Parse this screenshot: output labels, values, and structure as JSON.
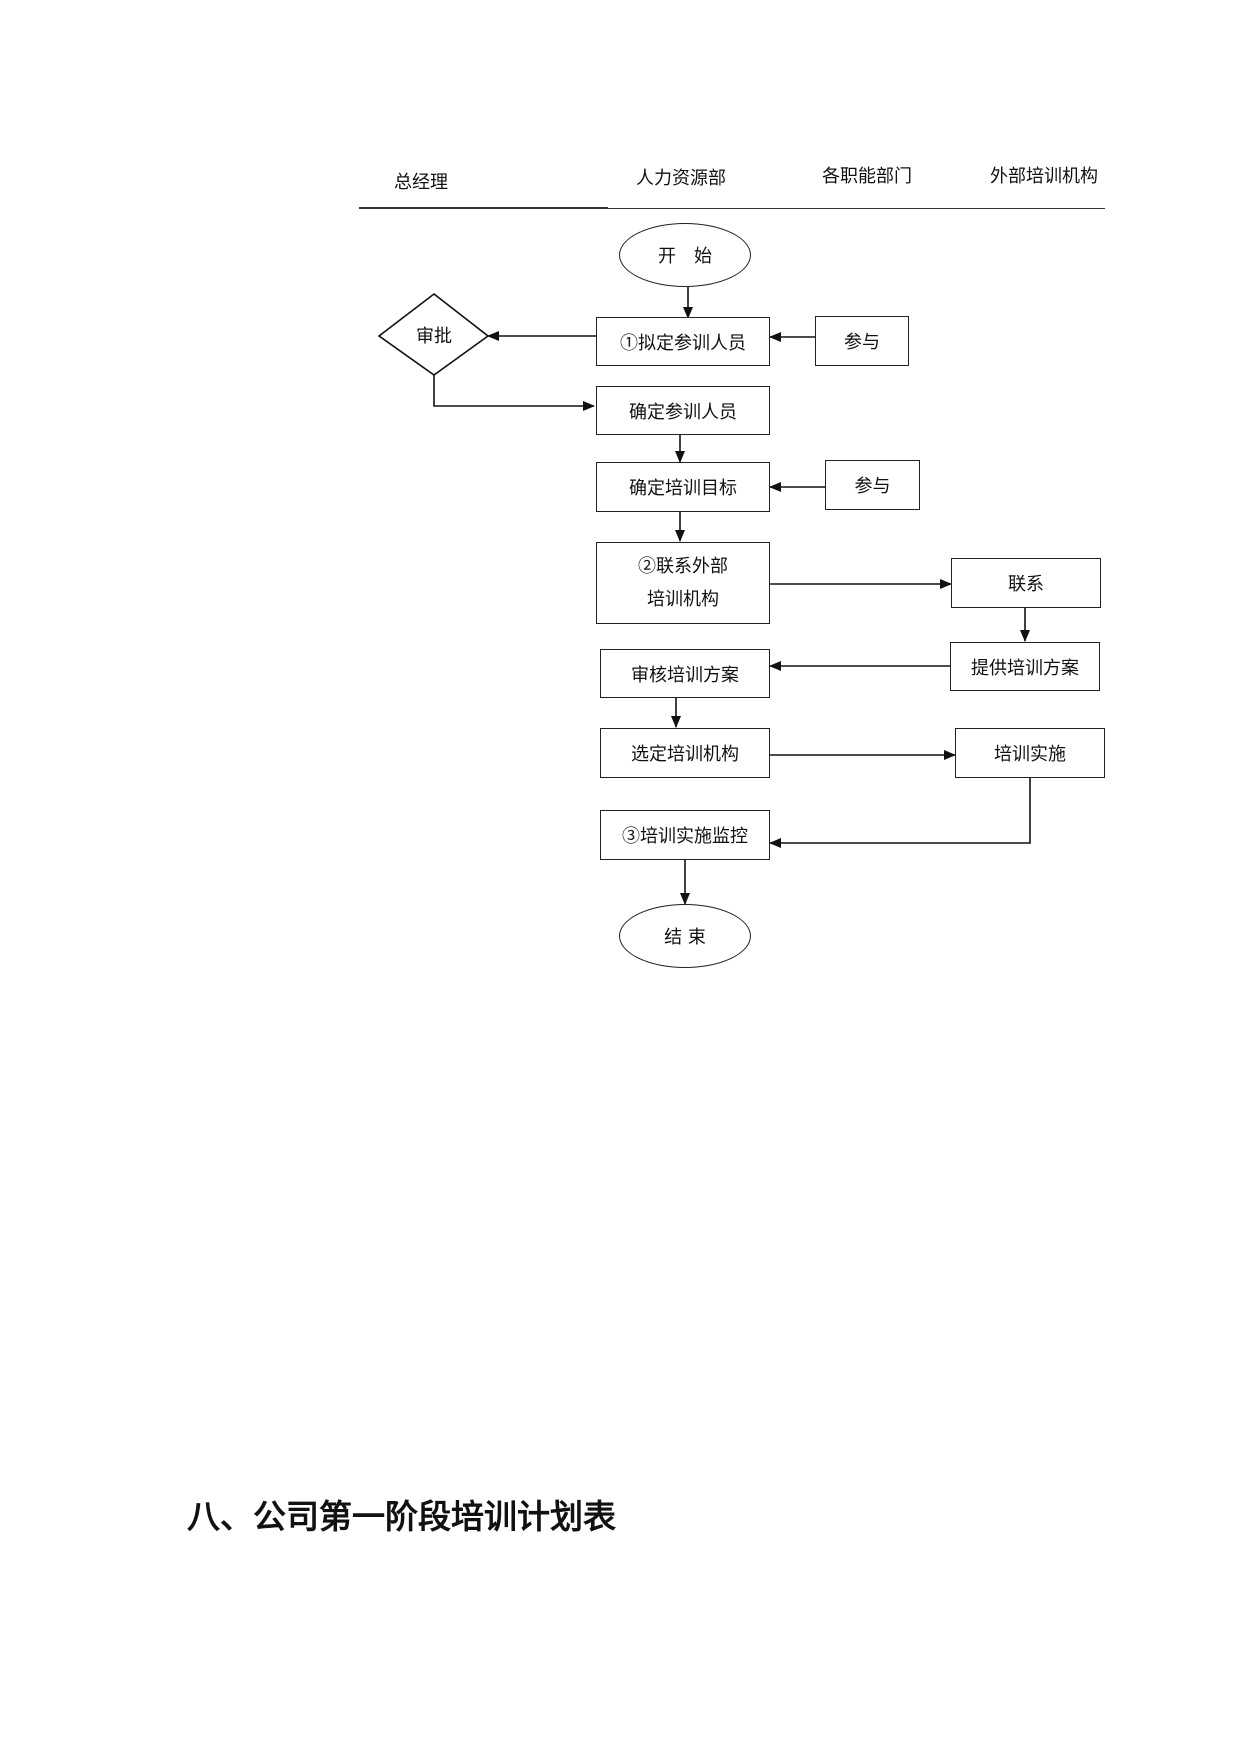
{
  "lanes": {
    "gm": "总经理",
    "hr": "人力资源部",
    "depts": "各职能部门",
    "external": "外部培训机构"
  },
  "nodes": {
    "start": "开　始",
    "approve": "审批",
    "draft_participants": "①拟定参训人员",
    "participate_1": "参与",
    "confirm_participants": "确定参训人员",
    "confirm_goals": "确定培训目标",
    "participate_2": "参与",
    "contact_external_line1": "②联系外部",
    "contact_external_line2": "培训机构",
    "contact": "联系",
    "provide_plan": "提供培训方案",
    "review_plan": "审核培训方案",
    "select_institution": "选定培训机构",
    "implement": "培训实施",
    "monitor": "③培训实施监控",
    "end": "结 束"
  },
  "section_title": "八、公司第一阶段培训计划表"
}
